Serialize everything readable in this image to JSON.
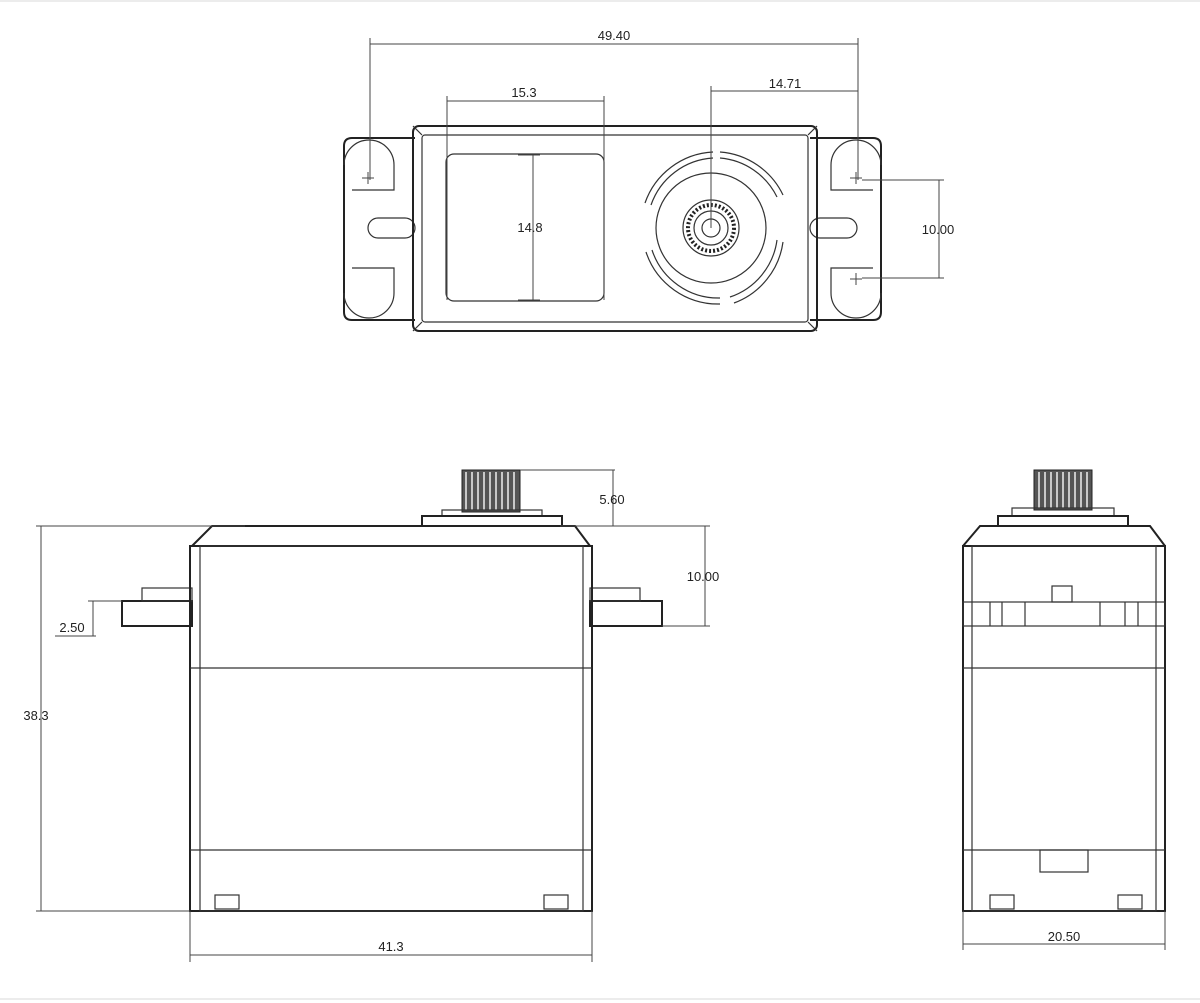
{
  "dimensions": {
    "top_view": {
      "overall_length": "49.40",
      "window_width": "15.3",
      "window_height": "14.8",
      "shaft_offset": "14.71",
      "mount_hole_spacing": "10.00"
    },
    "front_view": {
      "spline_height": "5.60",
      "flange_to_top": "10.00",
      "flange_thickness": "2.50",
      "overall_height": "38.3",
      "body_width": "41.3"
    },
    "side_view": {
      "body_depth": "20.50"
    }
  },
  "colors": {
    "line": "#222222",
    "background": "#ffffff"
  }
}
